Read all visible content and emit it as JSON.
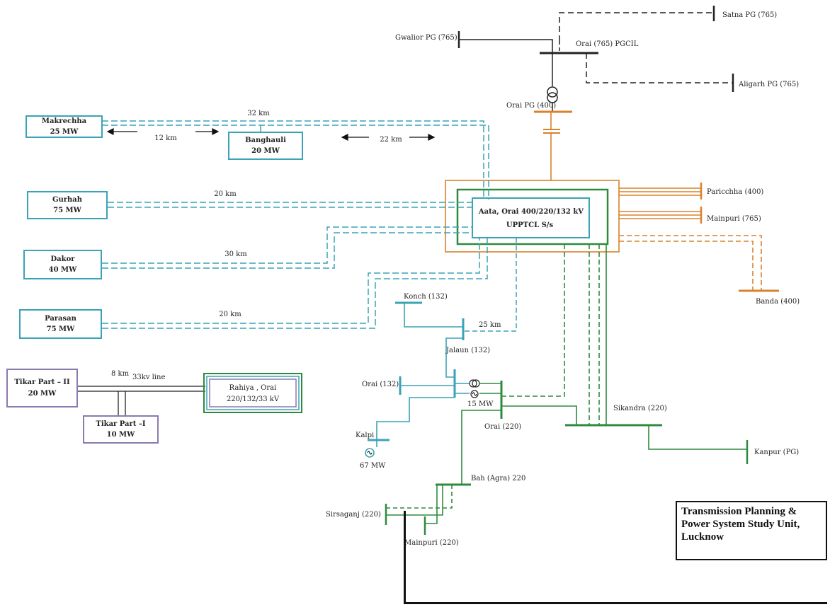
{
  "colors": {
    "grid_765": "#222222",
    "grid_400": "#d9822b",
    "grid_220": "#2e8b3e",
    "grid_132": "#3aa3b5",
    "box_teal": "#3aa3b5",
    "box_purple": "#8b7ab0",
    "substation_outer": "#d9822b",
    "substation_mid": "#2e8b3e",
    "substation_inner": "#3aa3b5"
  },
  "substation": {
    "line1": "Aata, Orai 400/220/132 kV",
    "line2": "UPPTCL S/s"
  },
  "solar_plants": [
    {
      "name": "Makrechha",
      "capacity": "25 MW"
    },
    {
      "name": "Banghauli",
      "capacity": "20 MW"
    },
    {
      "name": "Gurhah",
      "capacity": "75 MW"
    },
    {
      "name": "Dakor",
      "capacity": "40 MW"
    },
    {
      "name": "Parasan",
      "capacity": "75 MW"
    },
    {
      "name": "Tikar Part – II",
      "capacity": "20 MW"
    },
    {
      "name": "Tikar Part –I",
      "capacity": "10 MW"
    }
  ],
  "rahiya": {
    "line1": "Rahiya , Orai",
    "line2": "220/132/33 kV"
  },
  "distances": {
    "km32": "32 km",
    "km12": "12  km",
    "km22": "22 km",
    "km20a": "20 km",
    "km30": "30 km",
    "km20b": "20 km",
    "km8": "8 km",
    "line33kv": "33kv line",
    "km25": "25 km"
  },
  "buses": {
    "satna": "Satna PG (765)",
    "gwalior": "Gwalior PG (765)",
    "orai765": "Orai (765) PGCIL",
    "aligarh": "Aligarh PG (765)",
    "orai_pg400": "Orai PG (400)",
    "paricchha": "Paricchha (400)",
    "mainpuri765": "Mainpuri (765)",
    "banda": "Banda (400)",
    "konch": "Konch (132)",
    "jalaun": "Jalaun (132)",
    "orai132": "Orai (132)",
    "orai220": "Orai (220)",
    "sikandra": "Sikandra (220)",
    "kanpur": "Kanpur (PG)",
    "kalpi": "Kalpi",
    "bah": "Bah (Agra) 220",
    "sirsaganj": "Sirsaganj (220)",
    "mainpuri220": "Mainpuri (220)"
  },
  "generators": {
    "orai_gen": "15 MW",
    "kalpi_gen": "67  MW"
  },
  "title": {
    "line1": "Transmission Planning &",
    "line2": "Power System Study Unit,",
    "line3": "Lucknow"
  }
}
